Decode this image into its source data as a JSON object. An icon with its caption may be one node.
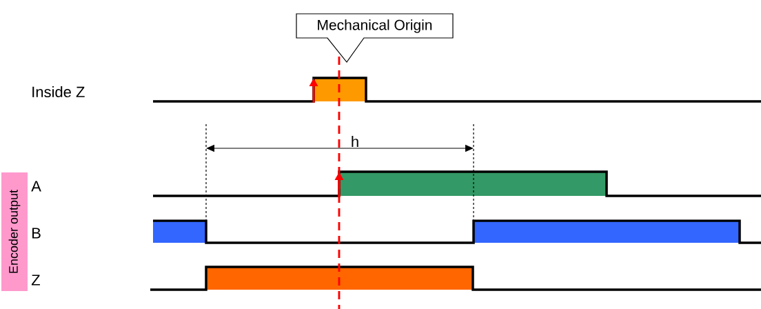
{
  "diagram": {
    "nodes": [
      {
        "text": [
          "Mechanical Origin"
        ]
      },
      {
        "text": [
          "Encoder output"
        ]
      }
    ],
    "labels": [
      "Inside Z",
      "h",
      "A",
      "B",
      "Z"
    ]
  }
}
